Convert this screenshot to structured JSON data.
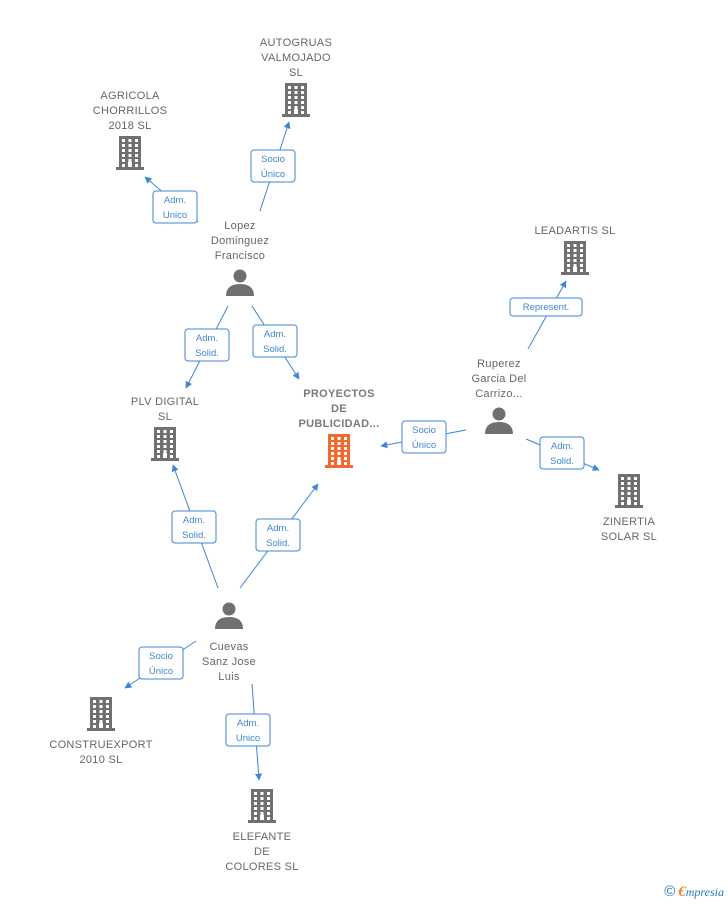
{
  "colors": {
    "edge": "#3d86d6",
    "company": "#707070",
    "main_company": "#f26a30",
    "person": "#707070",
    "label": "#666666"
  },
  "nodes": [
    {
      "id": "autogruas",
      "type": "company",
      "lines": [
        "AUTOGRUAS",
        "VALMOJADO",
        "SL"
      ]
    },
    {
      "id": "agricola",
      "type": "company",
      "lines": [
        "AGRICOLA",
        "CHORRILLOS",
        "2018  SL"
      ]
    },
    {
      "id": "lopez",
      "type": "person",
      "lines": [
        "Lopez",
        "Dominguez",
        "Francisco"
      ]
    },
    {
      "id": "leadartis",
      "type": "company",
      "lines": [
        "LEADARTIS SL"
      ]
    },
    {
      "id": "ruperez",
      "type": "person",
      "lines": [
        "Ruperez",
        "Garcia Del",
        "Carrizo..."
      ]
    },
    {
      "id": "plv",
      "type": "company",
      "lines": [
        "PLV DIGITAL",
        "SL"
      ]
    },
    {
      "id": "proyectos",
      "type": "main_company",
      "lines": [
        "PROYECTOS",
        "DE",
        "PUBLICIDAD..."
      ]
    },
    {
      "id": "zinertia",
      "type": "company",
      "lines": [
        "ZINERTIA",
        "SOLAR SL"
      ]
    },
    {
      "id": "cuevas",
      "type": "person",
      "lines": [
        "Cuevas",
        "Sanz Jose",
        "Luis"
      ]
    },
    {
      "id": "construexport",
      "type": "company",
      "lines": [
        "CONSTRUEXPORT",
        "2010 SL"
      ]
    },
    {
      "id": "elefante",
      "type": "company",
      "lines": [
        "ELEFANTE",
        "DE",
        "COLORES  SL"
      ]
    }
  ],
  "edges": [
    {
      "from": "lopez",
      "to": "autogruas",
      "label": [
        "Socio",
        "Único"
      ]
    },
    {
      "from": "lopez",
      "to": "agricola",
      "label": [
        "Adm.",
        "Unico"
      ]
    },
    {
      "from": "lopez",
      "to": "plv",
      "label": [
        "Adm.",
        "Solid."
      ]
    },
    {
      "from": "lopez",
      "to": "proyectos",
      "label": [
        "Adm.",
        "Solid."
      ]
    },
    {
      "from": "ruperez",
      "to": "leadartis",
      "label": [
        "Represent."
      ]
    },
    {
      "from": "ruperez",
      "to": "proyectos",
      "label": [
        "Socio",
        "Único"
      ]
    },
    {
      "from": "ruperez",
      "to": "zinertia",
      "label": [
        "Adm.",
        "Solid."
      ]
    },
    {
      "from": "cuevas",
      "to": "plv",
      "label": [
        "Adm.",
        "Solid."
      ]
    },
    {
      "from": "cuevas",
      "to": "proyectos",
      "label": [
        "Adm.",
        "Solid."
      ]
    },
    {
      "from": "cuevas",
      "to": "construexport",
      "label": [
        "Socio",
        "Único"
      ]
    },
    {
      "from": "cuevas",
      "to": "elefante",
      "label": [
        "Adm.",
        "Unico"
      ]
    }
  ],
  "footer": {
    "copyright": "©",
    "brand_first": "€",
    "brand_rest": "mpresia"
  }
}
